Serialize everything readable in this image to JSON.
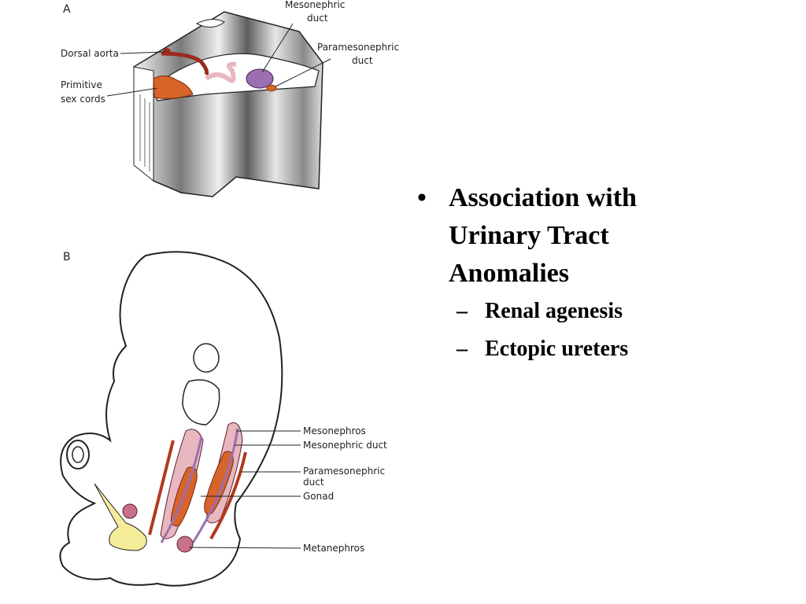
{
  "figure": {
    "panel_a": {
      "letter": "A",
      "labels": {
        "dorsal_aorta": "Dorsal aorta",
        "primitive_sex_cords_1": "Primitive",
        "primitive_sex_cords_2": "sex cords",
        "mesonephric_duct_1": "Mesonephric",
        "mesonephric_duct_2": "duct",
        "paramesonephric_duct_1": "Paramesonephric",
        "paramesonephric_duct_2": "duct"
      }
    },
    "panel_b": {
      "letter": "B",
      "labels": {
        "mesonephros": "Mesonephros",
        "mesonephric_duct": "Mesonephric duct",
        "paramesonephric_duct_1": "Paramesonephric",
        "paramesonephric_duct_2": "duct",
        "gonad": "Gonad",
        "metanephros": "Metanephros"
      }
    }
  },
  "content": {
    "bullet_marker": "•",
    "heading": "Association with\nUrinary Tract\nAnomalies",
    "sub_marker": "–",
    "sub_items": [
      "Renal agenesis",
      "Ectopic ureters"
    ]
  },
  "colors": {
    "aorta": "#9b2a1f",
    "sex_cords": "#d8642a",
    "mesonephric": "#9b6fb0",
    "paramesonephric": "#b03a20",
    "gonad": "#d8642a",
    "mesonephros": "#e8b7bf",
    "metanephros": "#c9708a",
    "bladder": "#f5ed9a"
  }
}
